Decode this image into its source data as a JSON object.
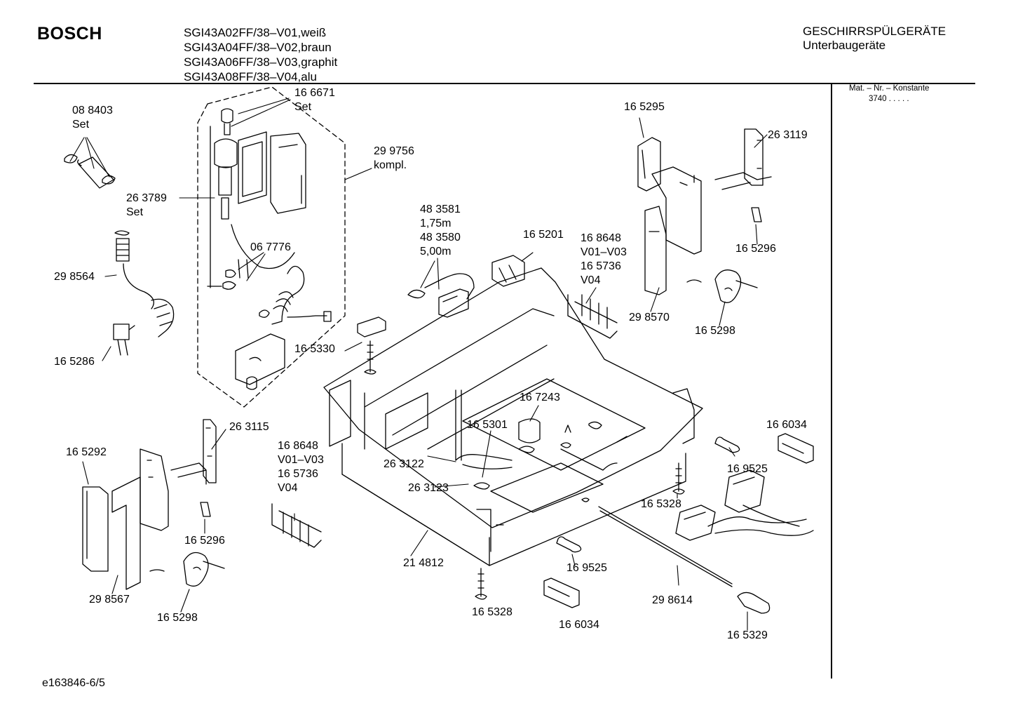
{
  "header": {
    "brand": "BOSCH",
    "models": [
      "SGI43A02FF/38–V01,weiß",
      "SGI43A04FF/38–V02,braun",
      "SGI43A06FF/38–V03,graphit",
      "SGI43A08FF/38–V04,alu"
    ],
    "category_line1": "GESCHIRRSPÜLGERÄTE",
    "category_line2": "Unterbaugeräte"
  },
  "side_panel": {
    "heading": "Mat. – Nr. – Konstante",
    "value": "3740  .  .  .  .  ."
  },
  "footer": {
    "code": "e163846-6/5"
  },
  "parts": [
    {
      "id": "p01",
      "lines": [
        "16 6671",
        "Set"
      ]
    },
    {
      "id": "p02",
      "lines": [
        "08 8403",
        "Set"
      ]
    },
    {
      "id": "p03",
      "lines": [
        "29 9756",
        "kompl."
      ]
    },
    {
      "id": "p04",
      "lines": [
        "26 3789",
        "Set"
      ]
    },
    {
      "id": "p05",
      "lines": [
        "06 7776"
      ]
    },
    {
      "id": "p06",
      "lines": [
        "29 8564"
      ]
    },
    {
      "id": "p07",
      "lines": [
        "16 5286"
      ]
    },
    {
      "id": "p08",
      "lines": [
        "16 5330"
      ]
    },
    {
      "id": "p09",
      "lines": [
        "48 3581",
        "1,75m",
        "48 3580",
        "5,00m"
      ]
    },
    {
      "id": "p10",
      "lines": [
        "16 5201"
      ]
    },
    {
      "id": "p11",
      "lines": [
        "16 8648",
        "V01–V03",
        "16 5736",
        "V04"
      ]
    },
    {
      "id": "p12",
      "lines": [
        "16 5295"
      ]
    },
    {
      "id": "p13",
      "lines": [
        "26 3119"
      ]
    },
    {
      "id": "p14",
      "lines": [
        "16 5296"
      ]
    },
    {
      "id": "p15",
      "lines": [
        "29 8570"
      ]
    },
    {
      "id": "p16",
      "lines": [
        "16 5298"
      ]
    },
    {
      "id": "p17",
      "lines": [
        "26 3115"
      ]
    },
    {
      "id": "p18",
      "lines": [
        "16 5292"
      ]
    },
    {
      "id": "p19",
      "lines": [
        "16 8648",
        "V01–V03",
        "16 5736",
        "V04"
      ]
    },
    {
      "id": "p20",
      "lines": [
        "16 5296"
      ]
    },
    {
      "id": "p21",
      "lines": [
        "29 8567"
      ]
    },
    {
      "id": "p22",
      "lines": [
        "16 5298"
      ]
    },
    {
      "id": "p23",
      "lines": [
        "16 7243"
      ]
    },
    {
      "id": "p24",
      "lines": [
        "16 5301"
      ]
    },
    {
      "id": "p25",
      "lines": [
        "26 3122"
      ]
    },
    {
      "id": "p26",
      "lines": [
        "26 3123"
      ]
    },
    {
      "id": "p27",
      "lines": [
        "21 4812"
      ]
    },
    {
      "id": "p28",
      "lines": [
        "16 5328"
      ]
    },
    {
      "id": "p29",
      "lines": [
        "16 6034"
      ]
    },
    {
      "id": "p30",
      "lines": [
        "16 9525"
      ]
    },
    {
      "id": "p31",
      "lines": [
        "16 5328"
      ]
    },
    {
      "id": "p32",
      "lines": [
        "16 9525"
      ]
    },
    {
      "id": "p33",
      "lines": [
        "16 6034"
      ]
    },
    {
      "id": "p34",
      "lines": [
        "29 8614"
      ]
    },
    {
      "id": "p35",
      "lines": [
        "16 5329"
      ]
    }
  ]
}
